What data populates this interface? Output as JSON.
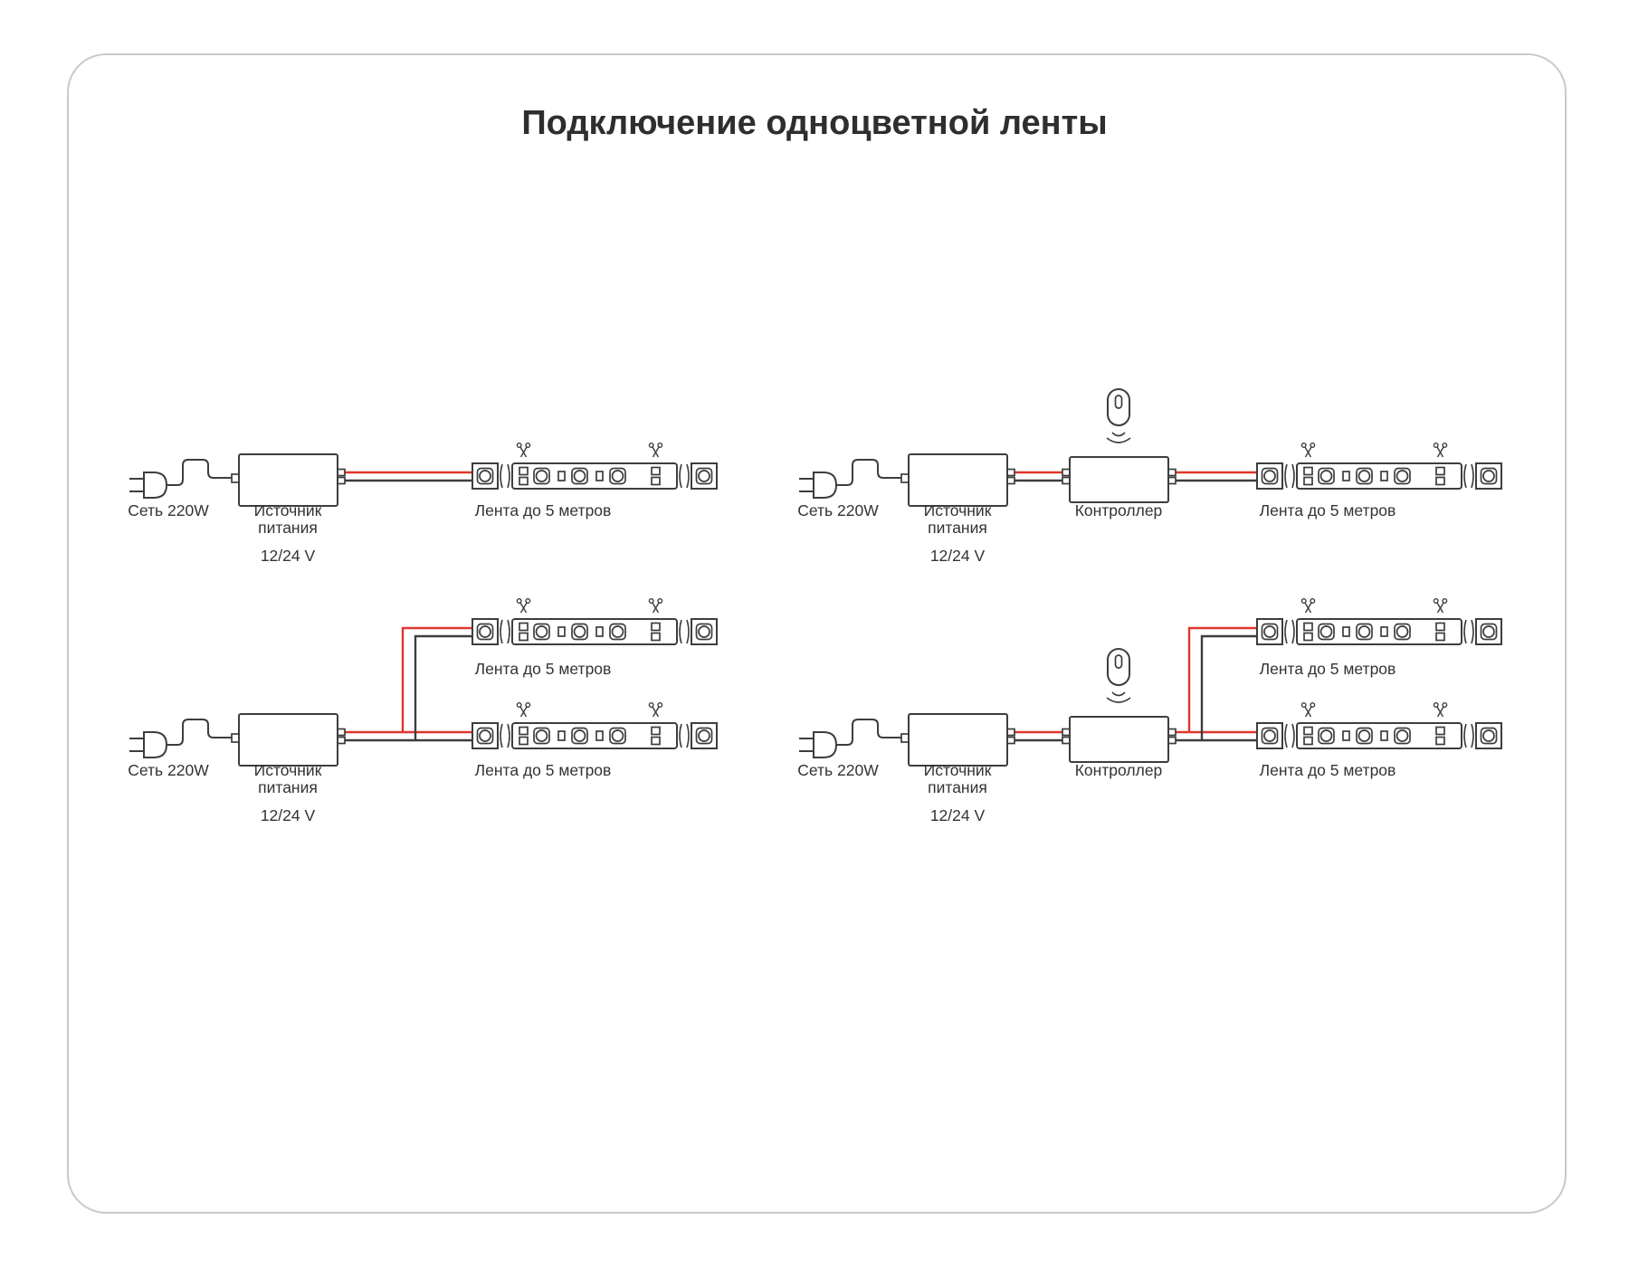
{
  "title": "Подключение одноцветной ленты",
  "labels": {
    "mains": "Сеть 220W",
    "psu_line1": "Источник",
    "psu_line2": "питания",
    "psu_voltage": "12/24 V",
    "strip": "Лента до 5 метров",
    "controller": "Контроллер"
  },
  "colors": {
    "outline": "#3d3d3d",
    "wire_red": "#e0362c",
    "frame": "#c9c9c9",
    "text": "#333333"
  },
  "diagrams": [
    {
      "name": "psu-to-strip",
      "components": [
        "Сеть 220W",
        "Источник питания 12/24 V",
        "Лента до 5 метров"
      ]
    },
    {
      "name": "psu-controller-strip",
      "components": [
        "Сеть 220W",
        "Источник питания 12/24 V",
        "Контроллер",
        "Лента до 5 метров"
      ]
    },
    {
      "name": "psu-to-two-strips",
      "components": [
        "Сеть 220W",
        "Источник питания 12/24 V",
        "Лента до 5 метров",
        "Лента до 5 метров"
      ]
    },
    {
      "name": "psu-controller-two-strips",
      "components": [
        "Сеть 220W",
        "Источник питания 12/24 V",
        "Контроллер",
        "Лента до 5 метров",
        "Лента до 5 метров"
      ]
    }
  ]
}
